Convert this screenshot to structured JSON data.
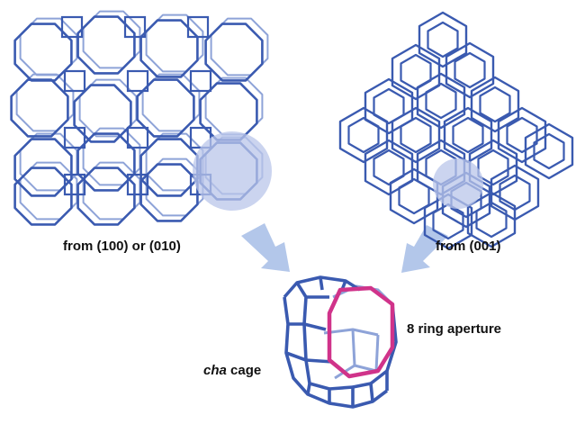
{
  "labels": {
    "left_view": "from (100) or (010)",
    "right_view": "from (001)",
    "ring": "8 ring aperture",
    "cage_name": "cha",
    "cage_word": "cage"
  },
  "colors": {
    "framework": "#3a5ab0",
    "framework_light": "#8ea3d8",
    "highlight_fill": "#b9c6ea",
    "ring": "#d0338a",
    "arrow": "#b3c7ea"
  }
}
